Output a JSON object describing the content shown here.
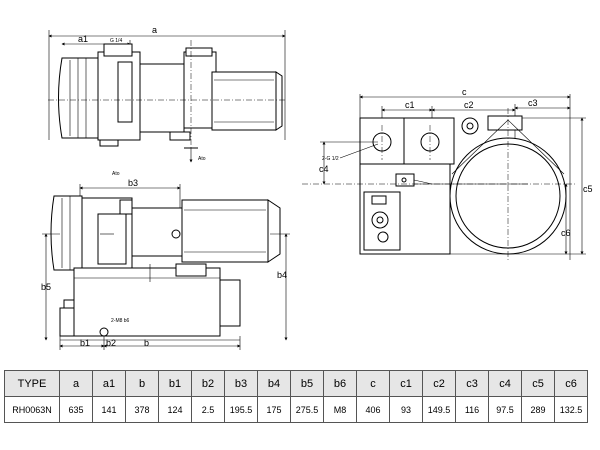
{
  "dimension_labels": {
    "a": "a",
    "a1": "a1",
    "g1_top": "G 1/4",
    "ato_upper": "Ato",
    "ato_middle": "Ato",
    "b3": "b3",
    "b4": "b4",
    "b5": "b5",
    "b6": "2-M8 b6",
    "b1": "b1",
    "b2": "b2",
    "b": "b",
    "c": "c",
    "c1": "c1",
    "c2": "c2",
    "c3": "c3",
    "c4": "c4",
    "c5": "c5",
    "c6": "c6",
    "g2": "2-G 1/2"
  },
  "spec_table": {
    "headers": [
      "TYPE",
      "a",
      "a1",
      "b",
      "b1",
      "b2",
      "b3",
      "b4",
      "b5",
      "b6",
      "c",
      "c1",
      "c2",
      "c3",
      "c4",
      "c5",
      "c6"
    ],
    "rows": [
      [
        "RH0063N",
        "635",
        "141",
        "378",
        "124",
        "2.5",
        "195.5",
        "175",
        "275.5",
        "M8",
        "406",
        "93",
        "149.5",
        "116",
        "97.5",
        "289",
        "132.5"
      ]
    ]
  }
}
